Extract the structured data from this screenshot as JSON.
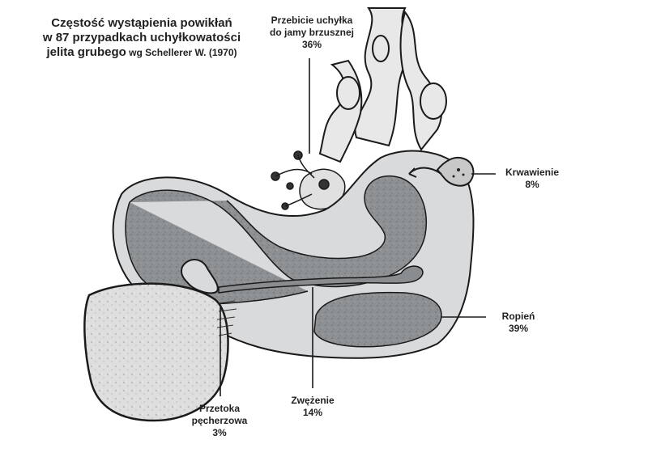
{
  "title": {
    "line1": "Częstość wystąpienia powikłań",
    "line2": "w 87 przypadkach uchyłkowatości",
    "line3_main": "jelita grubego",
    "line3_cite": " wg Schellerer W. (1970)"
  },
  "labels": {
    "perforation": {
      "line1": "Przebicie uchyłka",
      "line2": "do jamy brzusznej",
      "value": "36%"
    },
    "bleeding": {
      "line1": "Krwawienie",
      "value": "8%"
    },
    "abscess": {
      "line1": "Ropień",
      "value": "39%"
    },
    "stricture": {
      "line1": "Zwężenie",
      "value": "14%"
    },
    "fistula": {
      "line1": "Przetoka",
      "line2": "pęcherzowa",
      "value": "3%"
    }
  },
  "colors": {
    "wall": "#d8dadb",
    "lumen": "#8a8d8f",
    "outline": "#1a1a1a",
    "bladder": "#cfcfcf"
  }
}
